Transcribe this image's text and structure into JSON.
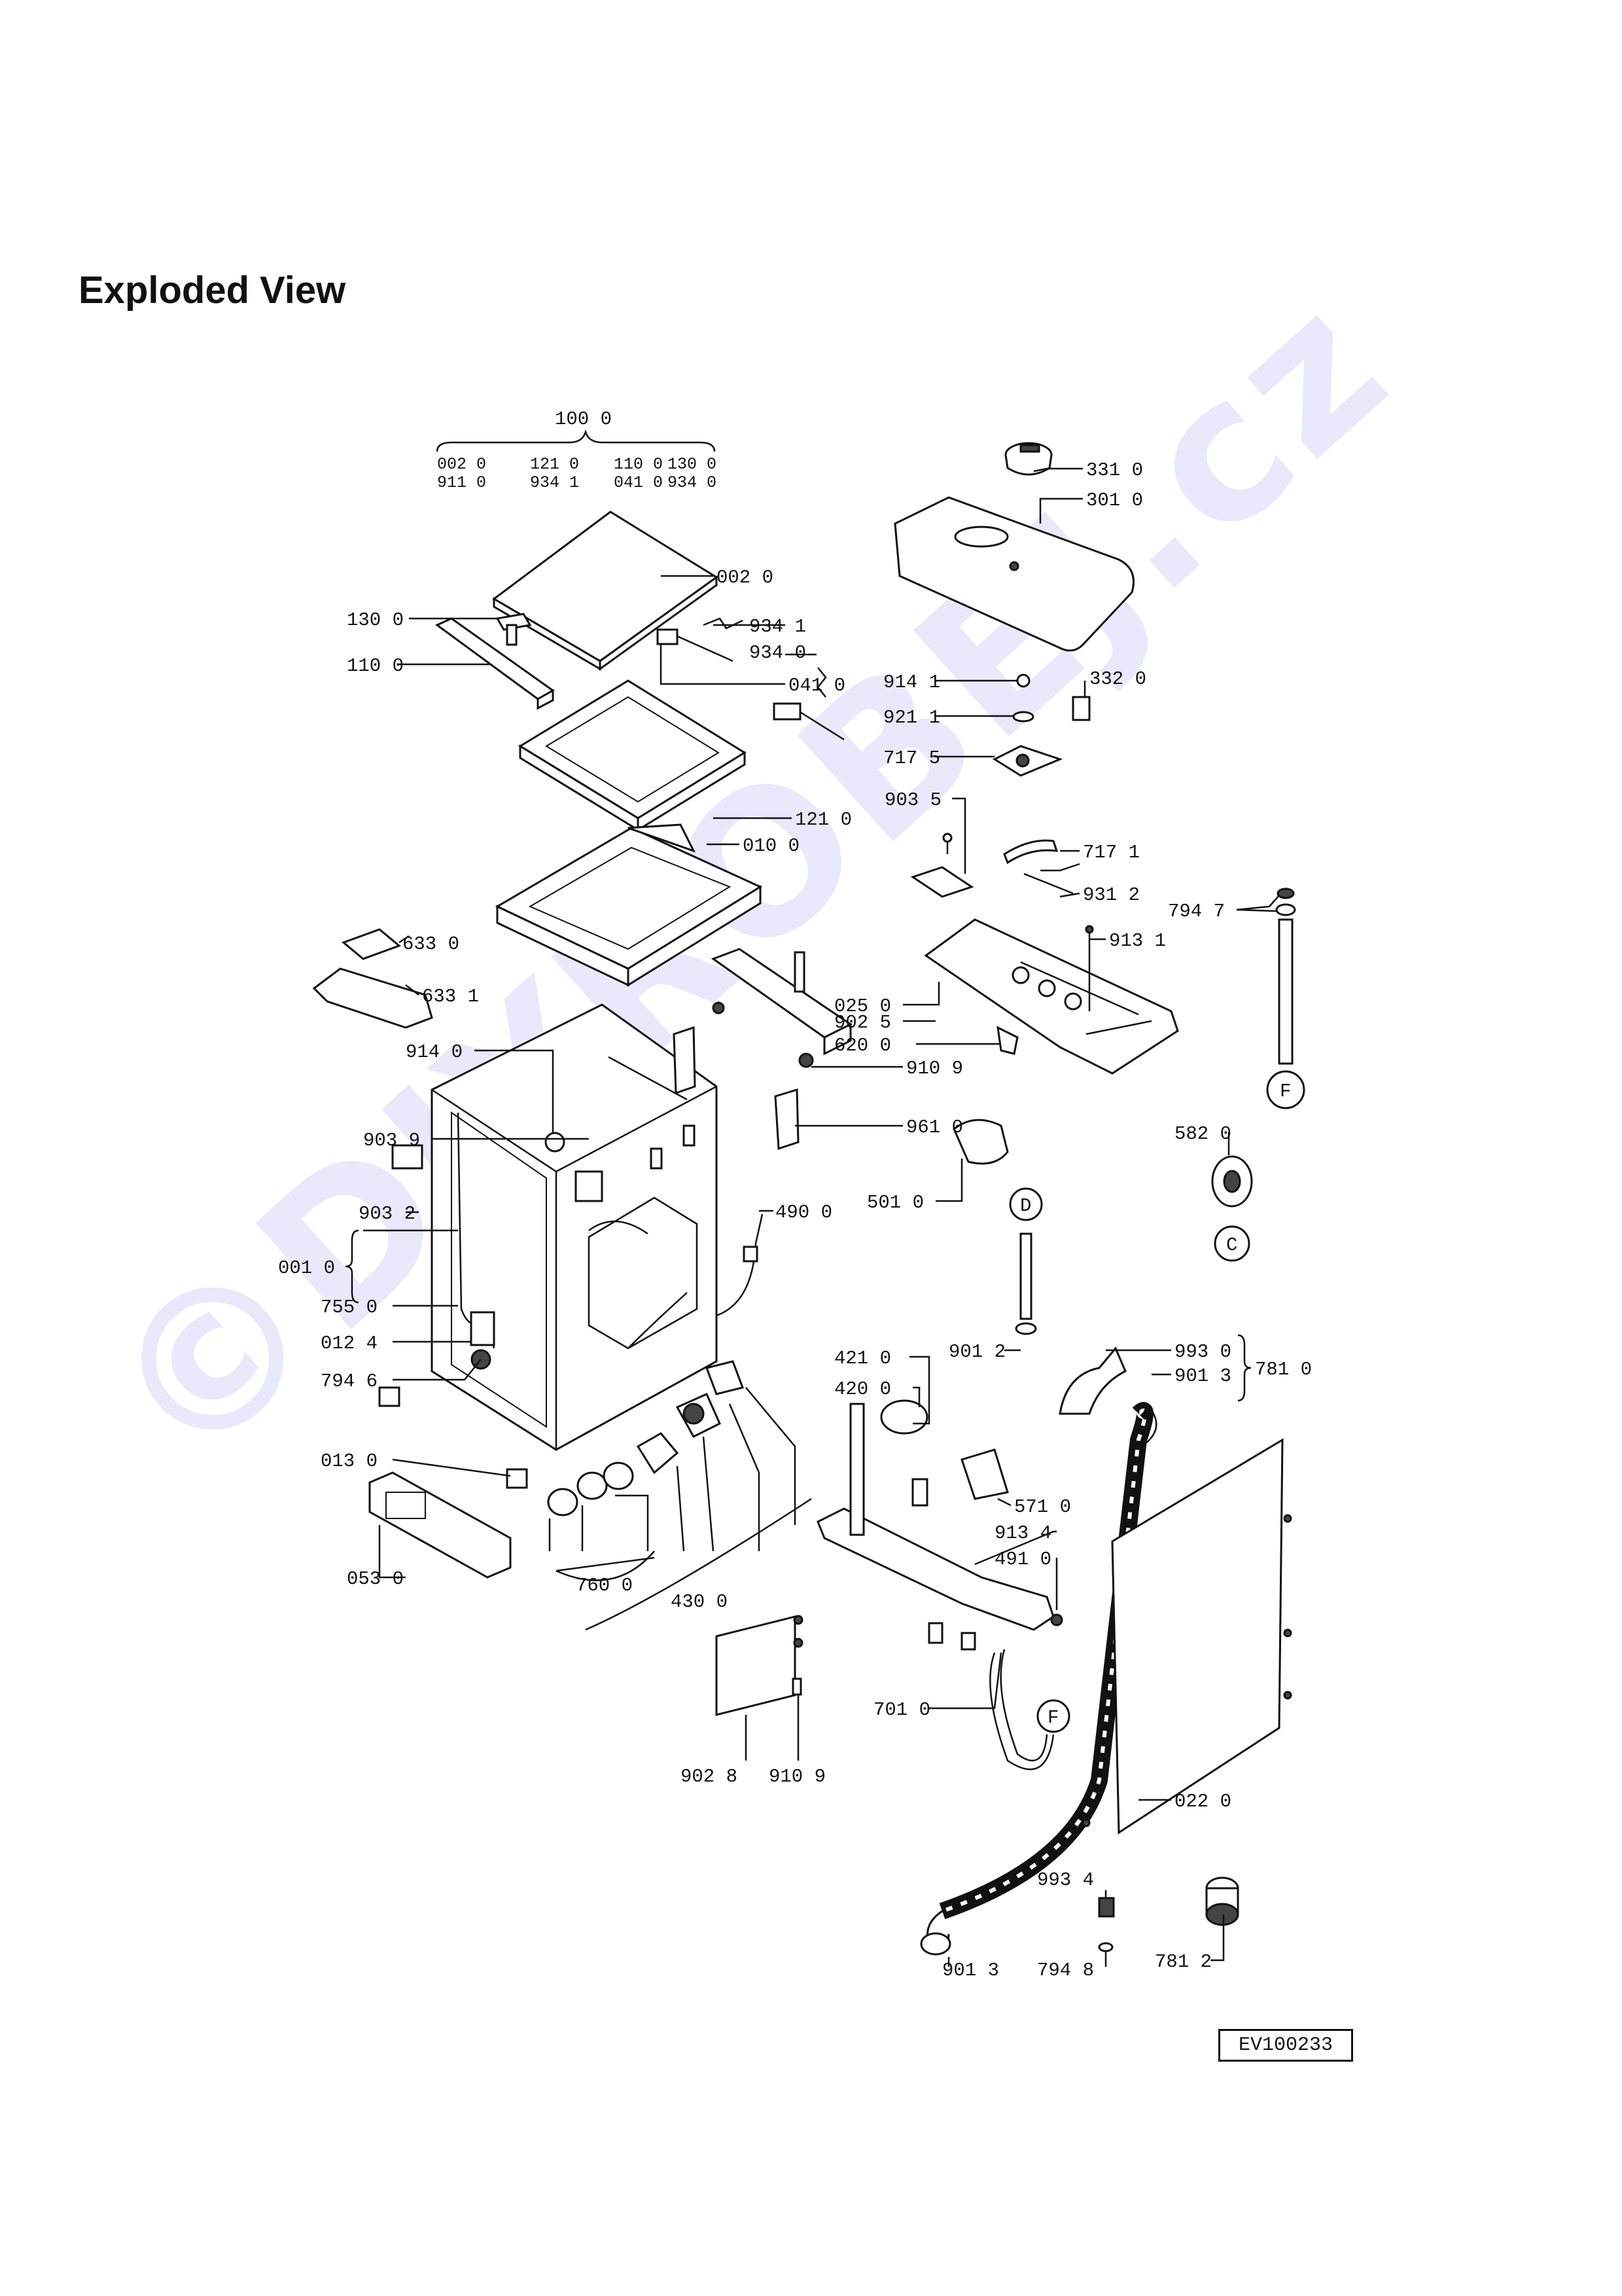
{
  "page": {
    "title": "Exploded View",
    "watermark": "©DIYROBEJ.cz",
    "drawing_code": "EV100233"
  },
  "kit": {
    "label": "100 0",
    "row1": [
      "002 0",
      "121 0",
      "110 0",
      "130 0"
    ],
    "row2": [
      "911 0",
      "934 1",
      "041 0",
      "934 0"
    ]
  },
  "callouts": {
    "c331_0": "331 0",
    "c301_0": "301 0",
    "c002_0": "002 0",
    "c130_0": "130 0",
    "c934_1": "934 1",
    "c934_0": "934 0",
    "c110_0": "110 0",
    "c041_0": "041 0",
    "c914_1": "914 1",
    "c332_0": "332 0",
    "c921_1": "921 1",
    "c717_5": "717 5",
    "c121_0": "121 0",
    "c903_5": "903 5",
    "c010_0": "010 0",
    "c717_1": "717 1",
    "c931_2": "931 2",
    "c633_0": "633 0",
    "c794_7": "794 7",
    "c913_1": "913 1",
    "c633_1": "633 1",
    "c025_0": "025 0",
    "c902_5": "902 5",
    "c620_0": "620 0",
    "c914_0": "914 0",
    "c910_9a": "910 9",
    "c903_9": "903 9",
    "c961_0": "961 0",
    "c582_0": "582 0",
    "c501_0": "501 0",
    "c001_0": "001 0",
    "c903_2": "903 2",
    "c490_0": "490 0",
    "c755_0": "755 0",
    "c012_4": "012 4",
    "c421_0": "421 0",
    "c901_2": "901 2",
    "c993_0": "993 0",
    "c420_0": "420 0",
    "c901_3a": "901 3",
    "c781_0": "781 0",
    "c794_6": "794 6",
    "c013_0": "013 0",
    "c571_0": "571 0",
    "c913_4": "913 4",
    "c491_0": "491 0",
    "c053_0": "053 0",
    "c760_0": "760 0",
    "c430_0": "430 0",
    "c701_0": "701 0",
    "c022_0": "022 0",
    "c902_8": "902 8",
    "c910_9b": "910 9",
    "c993_4": "993 4",
    "c781_2": "781 2",
    "c901_3b": "901 3",
    "c794_8": "794 8"
  },
  "markers": {
    "f_top": "F",
    "c_mark": "C",
    "d_mark": "D",
    "f_bottom": "F"
  }
}
